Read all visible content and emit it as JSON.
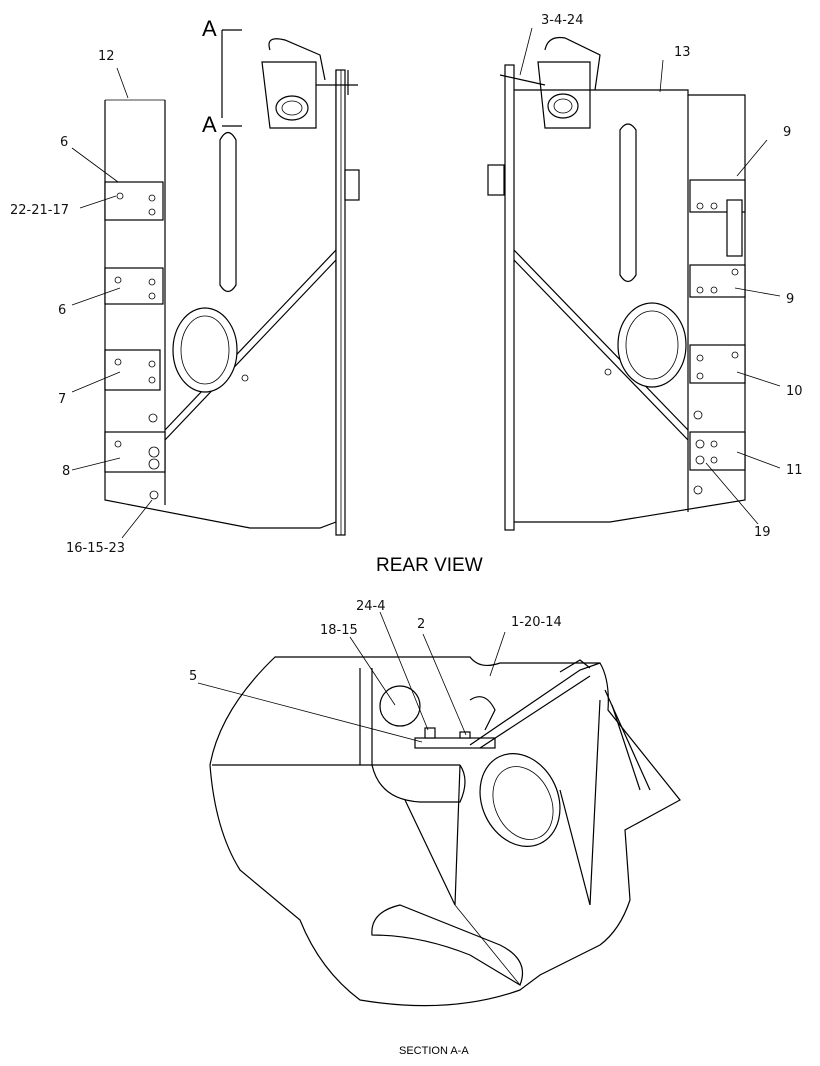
{
  "view_titles": {
    "rear": "REAR VIEW",
    "section": "SECTION A-A"
  },
  "section_markers": {
    "top": "A",
    "bottom": "A"
  },
  "callouts_left": {
    "c12": "12",
    "c6a": "6",
    "c22": "22-21-17",
    "c6b": "6",
    "c7": "7",
    "c8": "8",
    "c16": "16-15-23"
  },
  "callouts_right": {
    "c3": "3-4-24",
    "c13": "13",
    "c9a": "9",
    "c9b": "9",
    "c10": "10",
    "c11": "11",
    "c19": "19"
  },
  "callouts_section": {
    "c24": "24-4",
    "c2": "2",
    "c18": "18-15",
    "c1": "1-20-14",
    "c5": "5"
  }
}
